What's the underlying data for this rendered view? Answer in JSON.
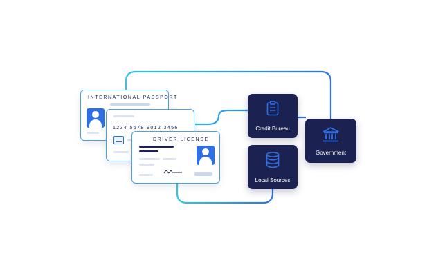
{
  "cards": {
    "passport": {
      "title": "INTERNATIONAL PASSPORT"
    },
    "credit_card": {
      "number": "1234 5678 9012 3456"
    },
    "driver_license": {
      "title": "DRIVER LICENSE"
    }
  },
  "sources": {
    "credit_bureau": {
      "label": "Credit Bureau",
      "icon": "clipboard-icon"
    },
    "local_sources": {
      "label": "Local Sources",
      "icon": "database-icon"
    },
    "government": {
      "label": "Government",
      "icon": "government-building-icon"
    }
  },
  "colors": {
    "node_bg": "#1b2150",
    "accent_blue": "#2f6fe6",
    "line_cyan": "#34c6e4",
    "line_blue": "#2f6fe6"
  }
}
